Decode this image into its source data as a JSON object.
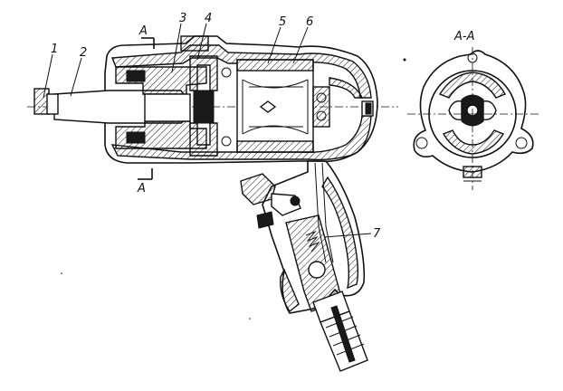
{
  "labels": {
    "callouts": [
      "1",
      "2",
      "3",
      "4",
      "5",
      "6",
      "7"
    ],
    "section_mark_top": "A",
    "section_mark_bottom": "A",
    "section_view_title": "А-А"
  }
}
